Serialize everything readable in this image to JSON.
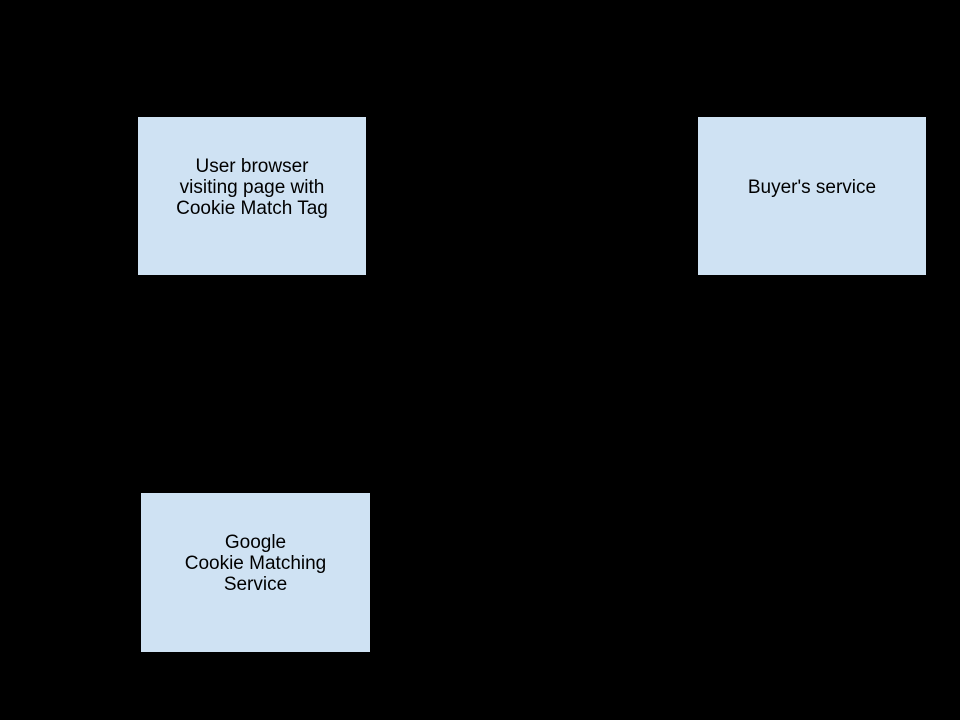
{
  "diagram": {
    "type": "flow-diagram",
    "background_color": "#000000",
    "node_fill_color": "#cfe2f3",
    "node_border_color": "#000000",
    "node_text_color": "#000000",
    "nodes": [
      {
        "id": "user-browser",
        "label": "User browser\nvisiting page with\nCookie Match Tag"
      },
      {
        "id": "buyers-service",
        "label": "Buyer's service"
      },
      {
        "id": "google-cookie-matching-service",
        "label": "Google\nCookie Matching\nService"
      }
    ]
  }
}
